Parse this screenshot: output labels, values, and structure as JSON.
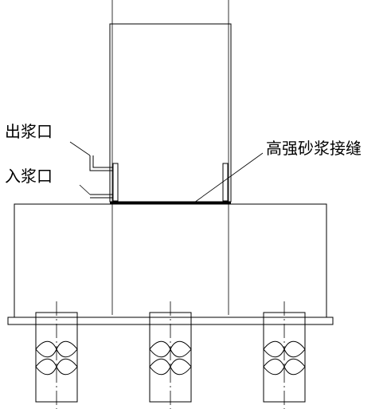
{
  "labels": {
    "grout_outlet": "出浆口",
    "grout_inlet": "入浆口",
    "mortar_joint": "高强砂浆接缝"
  }
}
